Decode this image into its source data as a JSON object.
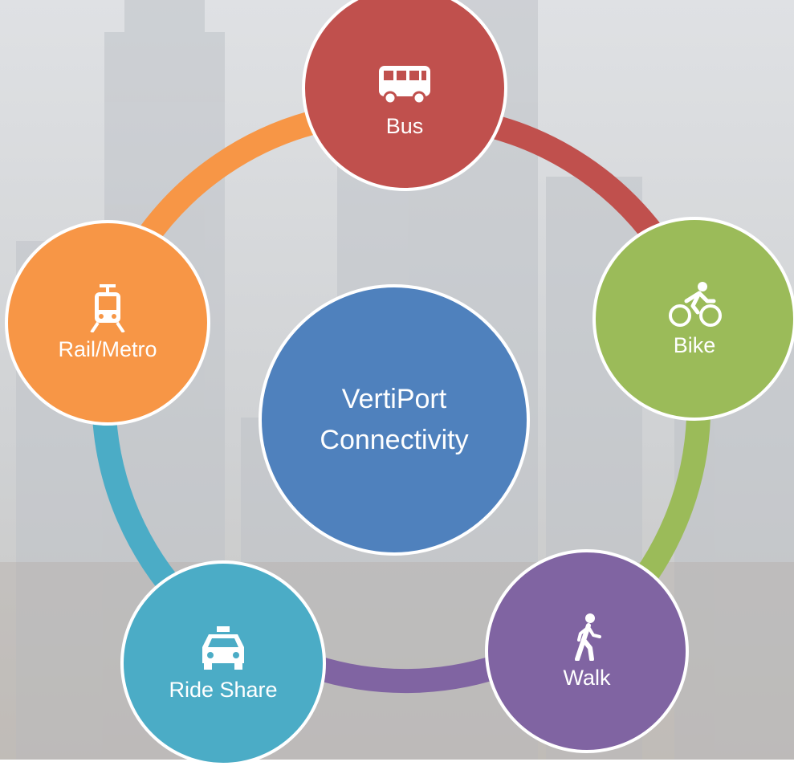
{
  "center": {
    "line1": "VertiPort",
    "line2": "Connectivity",
    "color": "#4f81bd"
  },
  "nodes": [
    {
      "id": "bus",
      "label": "Bus",
      "color": "#c0504d",
      "icon": "bus-icon"
    },
    {
      "id": "bike",
      "label": "Bike",
      "color": "#9bbb59",
      "icon": "bicycle-rider-icon"
    },
    {
      "id": "walk",
      "label": "Walk",
      "color": "#8064a2",
      "icon": "walking-person-icon"
    },
    {
      "id": "rideshare",
      "label": "Ride Share",
      "color": "#4bacc6",
      "icon": "taxi-icon"
    },
    {
      "id": "rail",
      "label": "Rail/Metro",
      "color": "#f79646",
      "icon": "tram-icon"
    }
  ],
  "background": {
    "description_color": "#c9ccd0"
  }
}
